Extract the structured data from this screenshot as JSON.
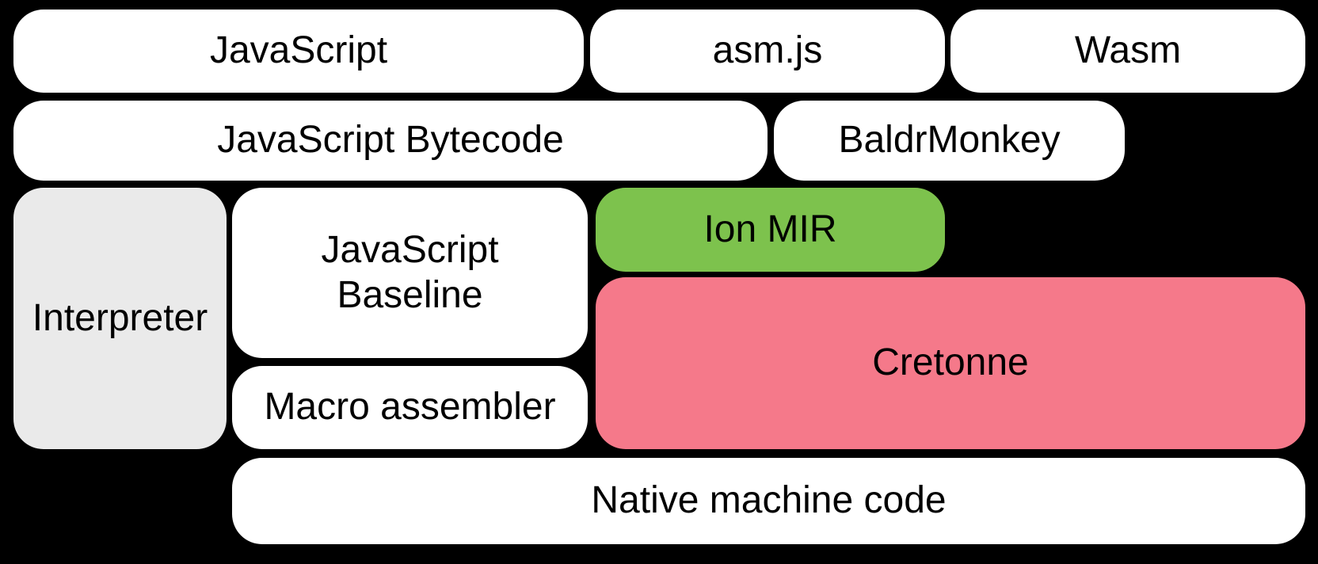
{
  "diagram": {
    "background_color": "#000000",
    "text_color": "#000000",
    "boxes": [
      {
        "id": "javascript",
        "label": "JavaScript",
        "color": "#ffffff"
      },
      {
        "id": "asmjs",
        "label": "asm.js",
        "color": "#ffffff"
      },
      {
        "id": "wasm",
        "label": "Wasm",
        "color": "#ffffff"
      },
      {
        "id": "javascript-bytecode",
        "label": "JavaScript Bytecode",
        "color": "#ffffff"
      },
      {
        "id": "baldrmonkey",
        "label": "BaldrMonkey",
        "color": "#ffffff"
      },
      {
        "id": "interpreter",
        "label": "Interpreter",
        "color": "#eaeaea"
      },
      {
        "id": "javascript-baseline",
        "label": "JavaScript Baseline",
        "color": "#ffffff"
      },
      {
        "id": "ion-mir",
        "label": "Ion MIR",
        "color": "#7dc24d"
      },
      {
        "id": "cretonne",
        "label": "Cretonne",
        "color": "#f5798a"
      },
      {
        "id": "macro-assembler",
        "label": "Macro assembler",
        "color": "#ffffff"
      },
      {
        "id": "native-machine-code",
        "label": "Native machine code",
        "color": "#ffffff"
      }
    ]
  }
}
